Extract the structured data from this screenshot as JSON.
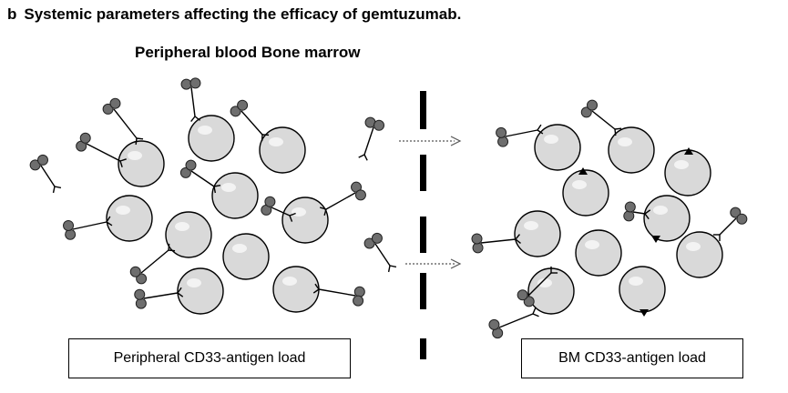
{
  "header": {
    "panel_letter": "b",
    "title": "Systemic parameters affecting the efficacy of gemtuzumab.",
    "subtitle": "Peripheral blood Bone marrow"
  },
  "labels": {
    "left_box": "Peripheral CD33-antigen load",
    "right_box": "BM CD33-antigen load"
  },
  "colors": {
    "cell_fill": "#d9d9d9",
    "drug_fill": "#6e6e6e",
    "line": "#000000"
  }
}
